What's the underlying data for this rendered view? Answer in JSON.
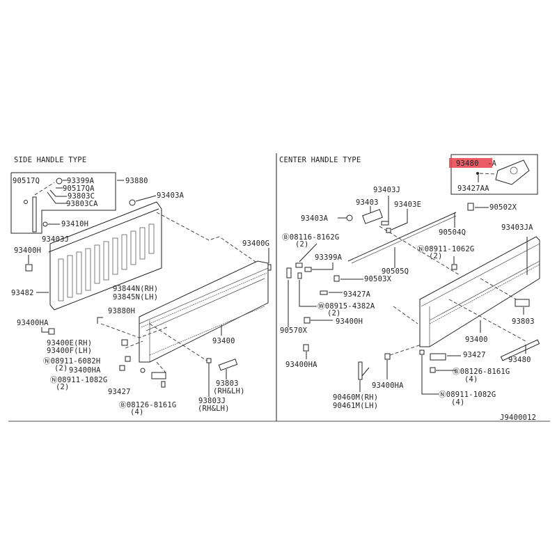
{
  "diagram_id": "J9400012",
  "highlight_color": "#e8404a",
  "side_handle": {
    "title": "SIDE HANDLE TYPE",
    "labels": {
      "l90517q": "90517Q",
      "l93399a": "93399A",
      "l93880": "93880",
      "l90517qa": "90517QA",
      "l93803c": "93803C",
      "l93803ca": "93803CA",
      "l93403a": "93403A",
      "l93410h": "93410H",
      "l93403j": "93403J",
      "l93400h": "93400H",
      "l93400g": "93400G",
      "l93482": "93482",
      "l93844n": "93844N(RH)",
      "l93845n": "93845N(LH)",
      "l93880h": "93880H",
      "l93400ha1": "93400HA",
      "l93400e": "93400E(RH)",
      "l93400f": "93400F(LH)",
      "l08911_6082h": "Ⓝ08911-6082H",
      "q2a": "(2)",
      "l93400ha2": "93400HA",
      "l08911_1082g": "Ⓝ08911-1082G",
      "q2b": "(2)",
      "l93427": "93427",
      "l08126": "Ⓑ08126-8161G",
      "q4": "(4)",
      "l93400": "93400",
      "l93803": "93803",
      "rhlh1": "(RH&LH)",
      "l93803j": "93803J",
      "rhlh2": "(RH&LH)"
    }
  },
  "center_handle": {
    "title": "CENTER HANDLE TYPE",
    "labels": {
      "l93480a_num": "93480",
      "l93480a_suf": "-A",
      "l93427aa": "93427AA",
      "l93403j": "93403J",
      "l93403": "93403",
      "l93403e": "93403E",
      "l90502x": "90502X",
      "l93403a": "93403A",
      "l90504q": "90504Q",
      "l93403ja": "93403JA",
      "l08116": "Ⓑ08116-8162G",
      "q2a": "(2)",
      "l08911_1062g": "Ⓝ08911-1062G",
      "q2b": "(2)",
      "l93399a": "93399A",
      "l90505q": "90505Q",
      "l90503x": "90503X",
      "l93427a": "93427A",
      "l08915": "Ⓦ08915-4382A",
      "q2c": "(2)",
      "l93400h": "93400H",
      "l90570x": "90570X",
      "l93400ha1": "93400HA",
      "l93400": "93400",
      "l93803": "93803",
      "l93427": "93427",
      "l93480": "93480",
      "l08126": "Ⓑ08126-8161G",
      "q4a": "(4)",
      "l93400ha2": "93400HA",
      "l90460m": "90460M(RH)",
      "l90461m": "90461M(LH)",
      "l08911_1082g": "Ⓝ08911-1082G",
      "q4b": "(4)"
    }
  }
}
